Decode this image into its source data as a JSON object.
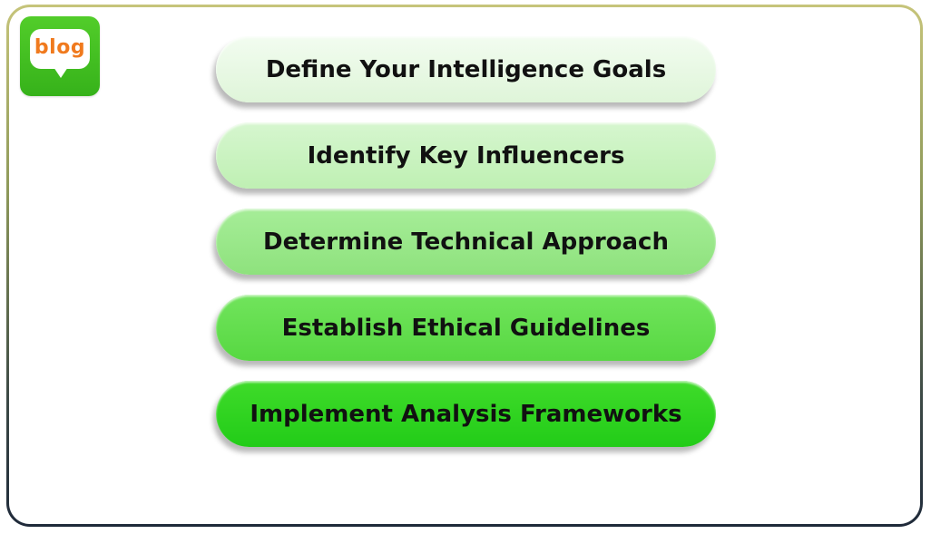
{
  "logo": {
    "text": "blog",
    "icon": "speech-bubble-icon",
    "colors": {
      "background": "#3cbd1f",
      "text": "#f07a1e"
    }
  },
  "steps": [
    {
      "label": "Define Your Intelligence Goals"
    },
    {
      "label": "Identify Key Influencers"
    },
    {
      "label": "Determine Technical Approach"
    },
    {
      "label": "Establish Ethical Guidelines"
    },
    {
      "label": "Implement Analysis Frameworks"
    }
  ],
  "colors": {
    "step_1": "#e8f8e4",
    "step_2": "#c9f3bf",
    "step_3": "#99e88a",
    "step_4": "#63de4e",
    "step_5": "#2bd31f",
    "frame_top": "#c6c47a",
    "frame_bottom": "#1f2a3a"
  }
}
